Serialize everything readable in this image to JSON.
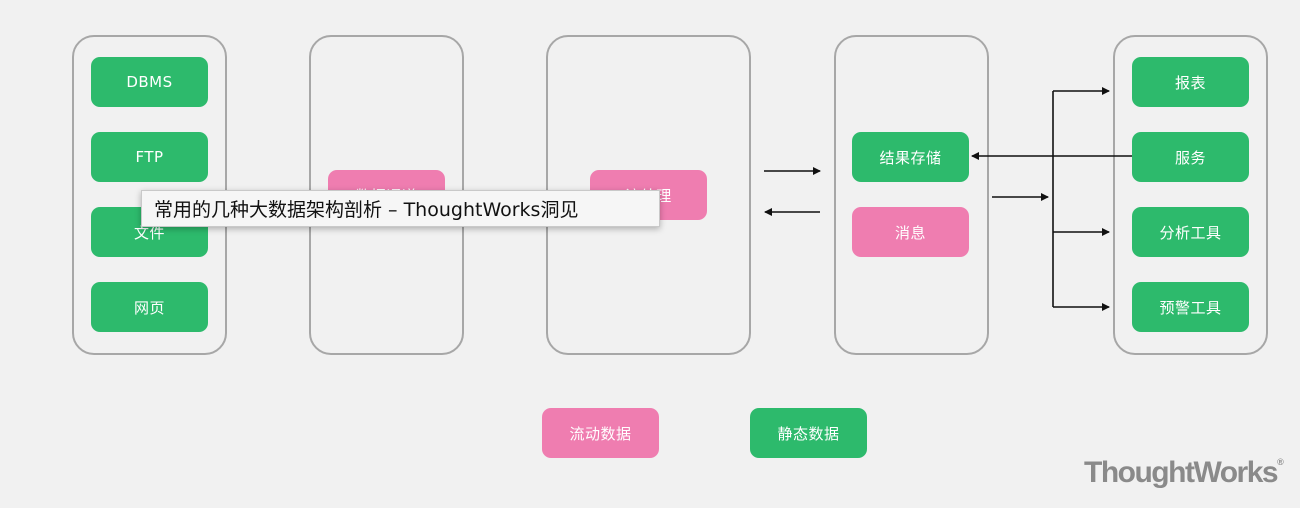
{
  "sources": [
    "DBMS",
    "FTP",
    "文件",
    "网页"
  ],
  "pipeline": {
    "channel_label": "数据通道",
    "processing_label": "流处理"
  },
  "storage": {
    "result_store": "结果存储",
    "message": "消息"
  },
  "outputs": [
    "报表",
    "服务",
    "分析工具",
    "预警工具"
  ],
  "legend": {
    "flowing": "流动数据",
    "static": "静态数据"
  },
  "tooltip": "常用的几种大数据架构剖析 – ThoughtWorks洞见",
  "logo": {
    "text": "ThoughtWorks",
    "mark": "®"
  },
  "colors": {
    "green": "#2dba6c",
    "pink": "#ef7db0",
    "background": "#f1f1f1",
    "border": "#a7a7a7"
  }
}
